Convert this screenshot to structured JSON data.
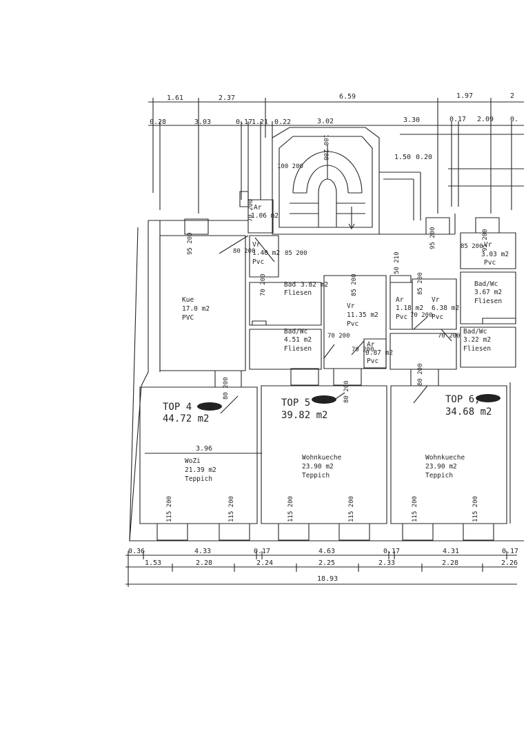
{
  "dimensions": {
    "top_row1": [
      "1.61",
      "2.37",
      "6.59",
      "1.97",
      "2"
    ],
    "top_row2": [
      "0.28",
      "3.03",
      "0.17",
      "1.21",
      "0.22",
      "3.02",
      "3.30",
      "0.17",
      "2.09",
      "0."
    ],
    "stair_side": "1.50",
    "stair_side2": "0.20",
    "bottom_row1": [
      "0.36",
      "4.33",
      "0.17",
      "4.63",
      "0.17",
      "4.31",
      "0.17"
    ],
    "bottom_row2": [
      "1.53",
      "2.28",
      "2.24",
      "2.25",
      "2.33",
      "2.28",
      "2.26"
    ],
    "total": "18.93",
    "wozi_width": "3.96"
  },
  "rooms": [
    {
      "name": "Kue",
      "area": "17.0 m2",
      "floor": "PVC"
    },
    {
      "name": "Ar",
      "area": "1.06 m2",
      "floor": ""
    },
    {
      "name": "Vr",
      "area": "1.40 m2",
      "floor": "Pvc"
    },
    {
      "name": "Bad",
      "area": "3.82 m2",
      "floor": "Fliesen"
    },
    {
      "name": "Vr",
      "area": "11.35 m2",
      "floor": "Pvc"
    },
    {
      "name": "Bad/Wc",
      "area": "4.51 m2",
      "floor": "Fliesen"
    },
    {
      "name": "Ar",
      "area": "0.87 m2",
      "floor": "Pvc"
    },
    {
      "name": "Ar",
      "area": "1.18 m2",
      "floor": "Pvc"
    },
    {
      "name": "Vr",
      "area": "6.38 m2",
      "floor": "Pvc"
    },
    {
      "name": "Vr",
      "area": "3.03 m2",
      "floor": "Pvc"
    },
    {
      "name": "Bad/Wc",
      "area": "3.67 m2",
      "floor": "Fliesen"
    },
    {
      "name": "Bad/Wc",
      "area": "3.22 m2",
      "floor": "Fliesen"
    },
    {
      "name": "WoZi",
      "area": "21.39 m2",
      "floor": "Teppich"
    },
    {
      "name": "Wohnkueche",
      "area": "23.90 m2",
      "floor": "Teppich"
    },
    {
      "name": "Wohnkueche",
      "area": "23.90 m2",
      "floor": "Teppich"
    }
  ],
  "units": [
    {
      "label": "TOP 4",
      "area": "44.72 m2"
    },
    {
      "label": "TOP 5",
      "area": "39.82 m2"
    },
    {
      "label": "TOP 6,",
      "area": "34.68 m2"
    }
  ],
  "openings": {
    "stair_top": "100 200",
    "stair_left": "100 200",
    "ar_door": "70 200",
    "kue_window": "95 200",
    "kue_door": "80 200",
    "vr_door": "85 200",
    "bad_door": "70 200",
    "vr_center": "85 200",
    "bad_wc_door": "70 200",
    "ar_center": "70 200",
    "small_top": "50 210",
    "right_vr": "85 200",
    "right_ar": "70 200",
    "right_bad": "70 200",
    "right_window": "95 200",
    "far_right_vr": "85 200",
    "far_right_top": "95 200",
    "top4_door": "80 200",
    "top5_door": "80 200",
    "top6_door": "80 200",
    "window_bottom": "115 200"
  }
}
